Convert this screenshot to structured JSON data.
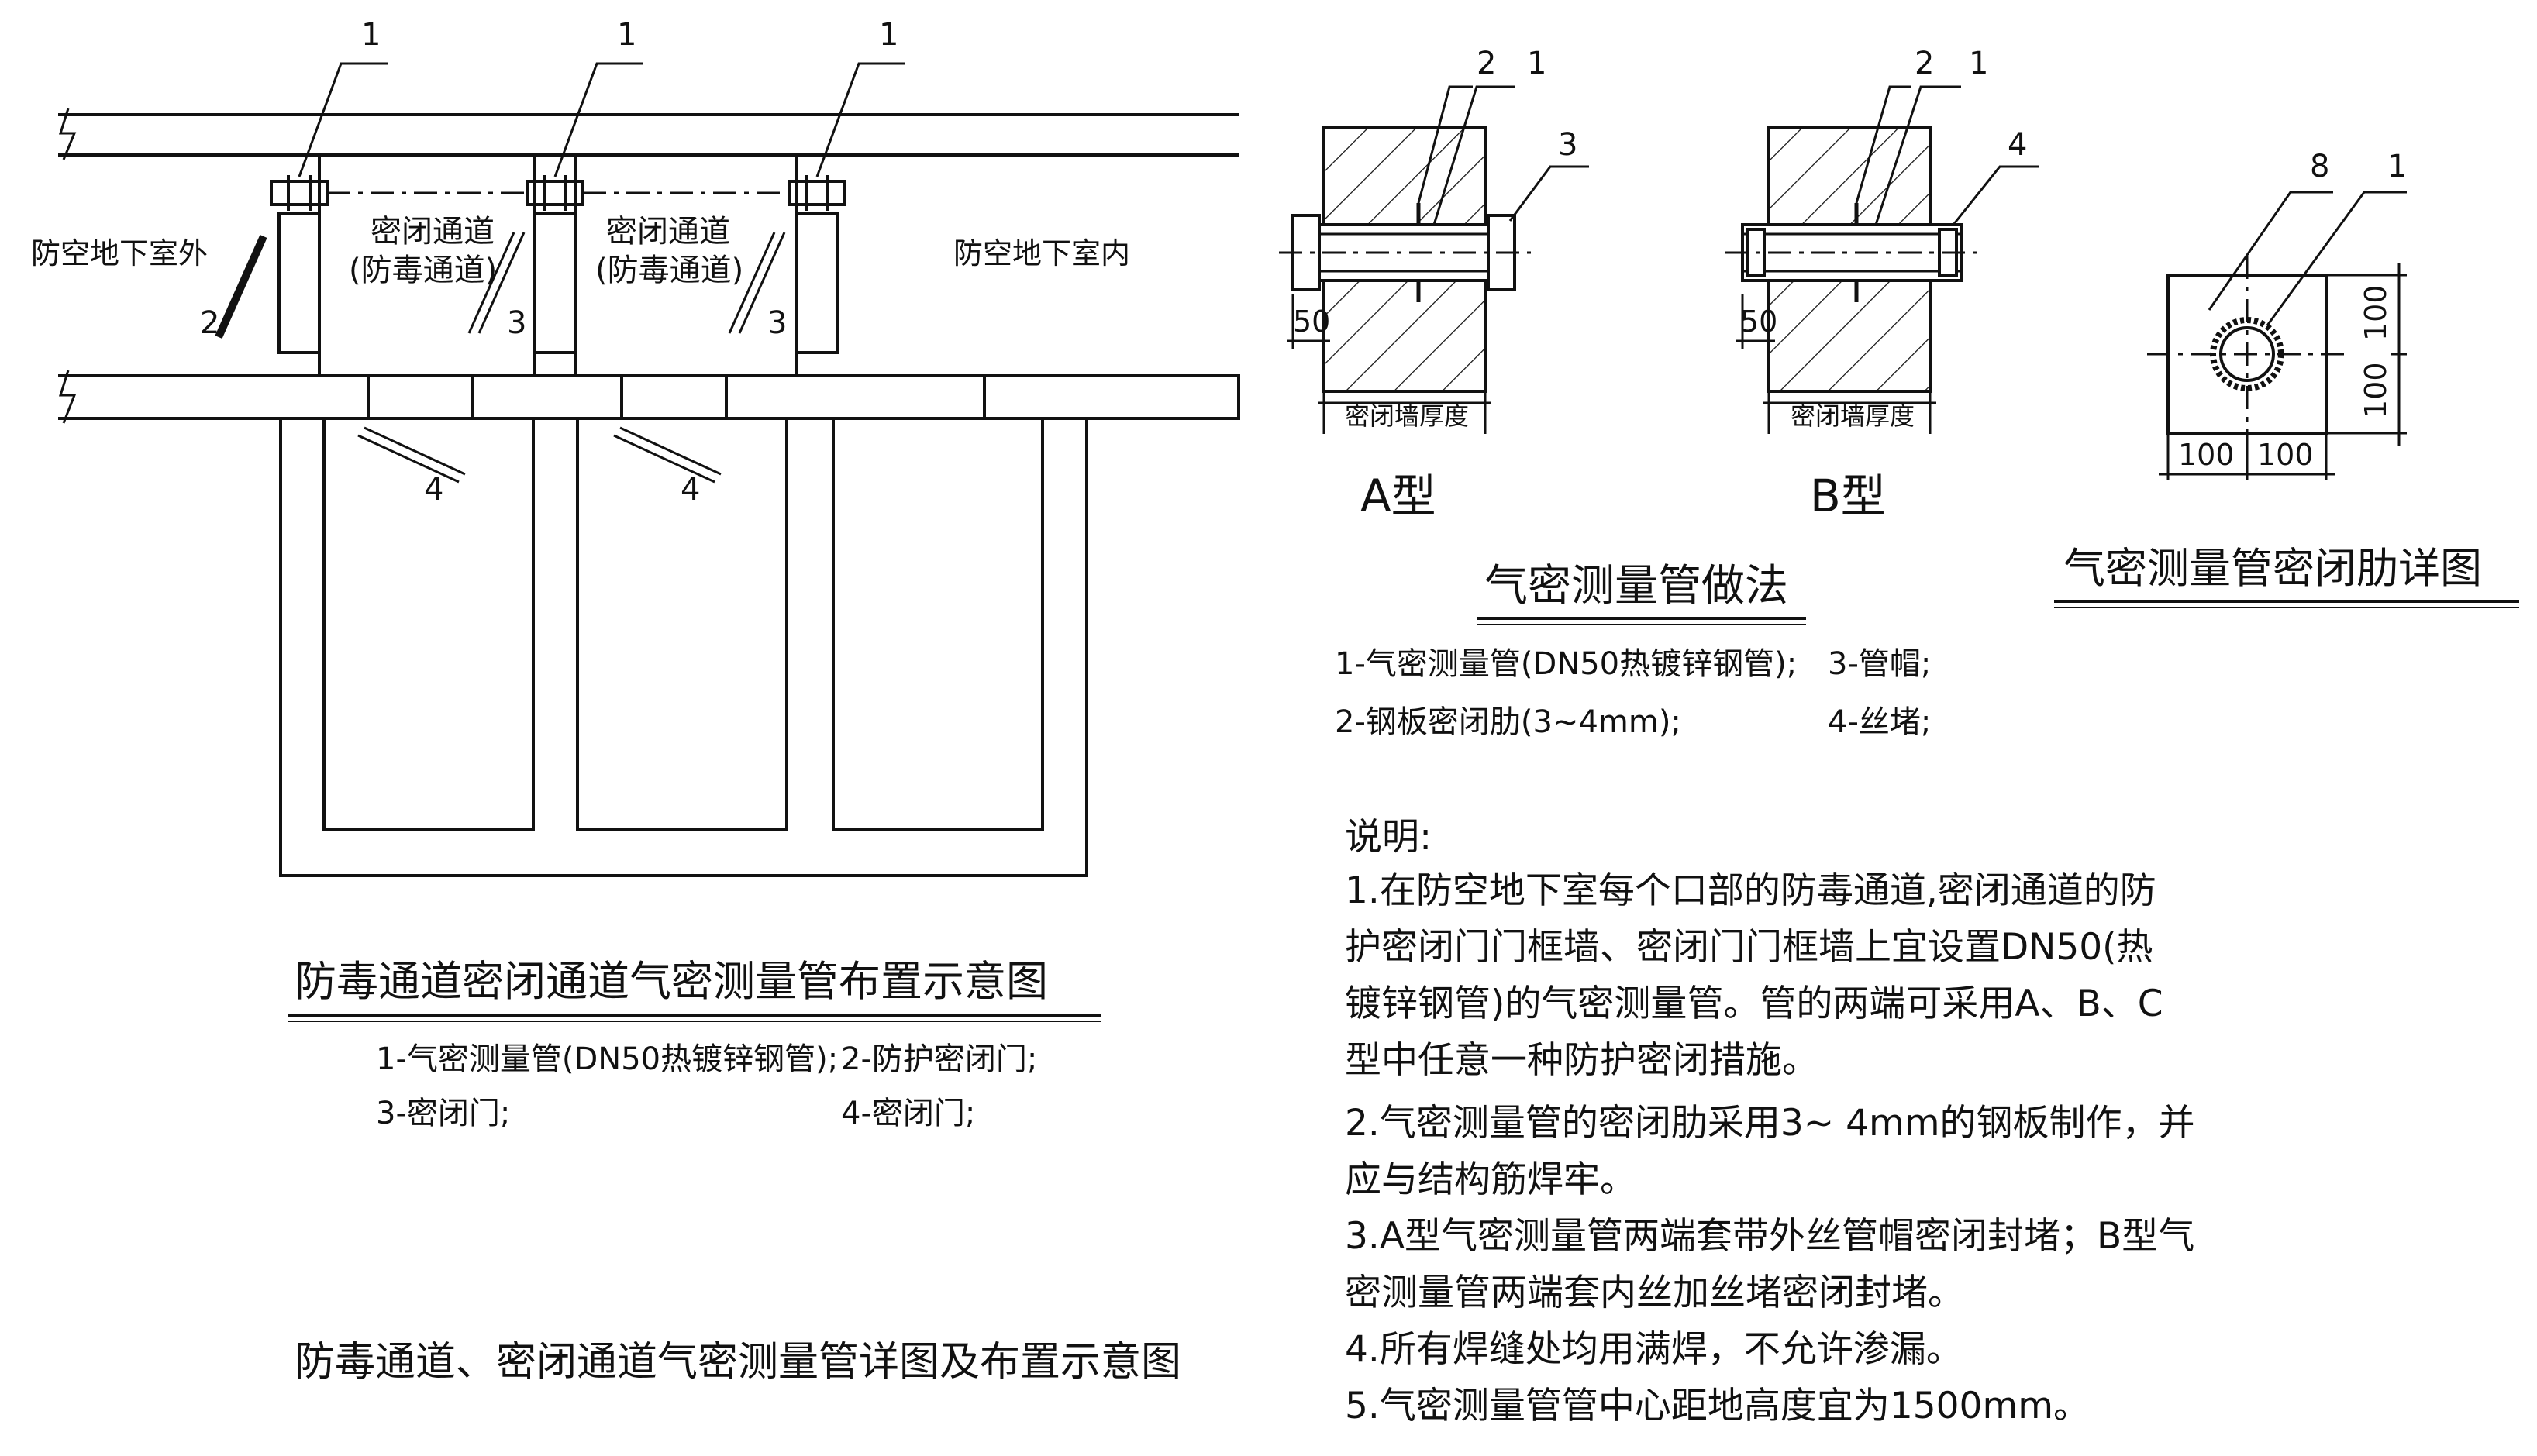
{
  "layout_plan": {
    "room_outside": "防空地下室外",
    "room_inside": "防空地下室内",
    "channel_labels": [
      {
        "line1": "密闭通道",
        "line2": "(防毒通道)"
      },
      {
        "line1": "密闭通道",
        "line2": "(防毒通道)"
      }
    ],
    "callouts": {
      "c1": "1",
      "c2": "2",
      "c3": "3",
      "c4": "4"
    },
    "title": "防毒通道密闭通道气密测量管布置示意图",
    "legend": [
      "1-气密测量管(DN50热镀锌钢管);",
      "2-防护密闭门;",
      "3-密闭门;",
      "4-密闭门;"
    ]
  },
  "pipe_method": {
    "type_a": "A型",
    "type_b": "B型",
    "dim_50": "50",
    "wall_label": "密闭墙厚度",
    "callouts": {
      "c1": "1",
      "c2": "2",
      "c3": "3",
      "c4": "4"
    },
    "title": "气密测量管做法",
    "legend": [
      "1-气密测量管(DN50热镀锌钢管);",
      "3-管帽;",
      "2-钢板密闭肋(3~4mm);",
      "4-丝堵;"
    ]
  },
  "rib_detail": {
    "callout_8": "8",
    "callout_1": "1",
    "dim": "100",
    "title": "气密测量管密闭肋详图"
  },
  "notes": {
    "heading": "说明:",
    "lines": [
      "1.在防空地下室每个口部的防毒通道,密闭通道的防",
      "护密闭门门框墙、密闭门门框墙上宜设置DN50(热",
      "镀锌钢管)的气密测量管。管的两端可采用A、B、C",
      "型中任意一种防护密闭措施。",
      "2.气密测量管的密闭肋采用3~ 4mm的钢板制作，并",
      "应与结构筋焊牢。",
      "3.A型气密测量管两端套带外丝管帽密闭封堵；B型气",
      "密测量管两端套内丝加丝堵密闭封堵。",
      "4.所有焊缝处均用满焊，不允许渗漏。",
      "5.气密测量管管中心距地高度宜为1500mm。"
    ]
  },
  "main_title": "防毒通道、密闭通道气密测量管详图及布置示意图"
}
